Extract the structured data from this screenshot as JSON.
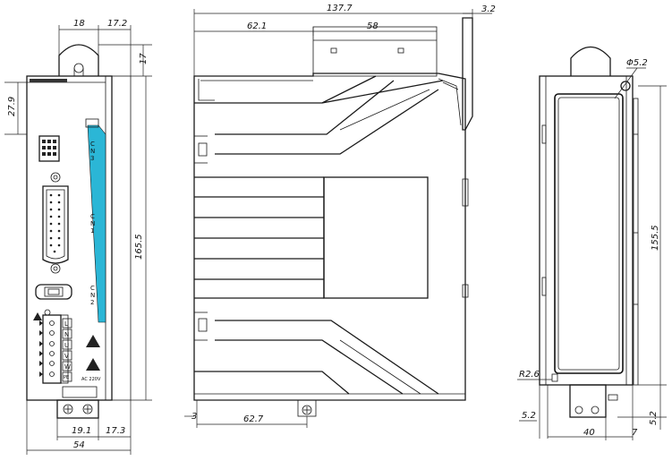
{
  "front_view": {
    "dims": {
      "top_left": "18",
      "top_right": "17.2",
      "tab_height": "17",
      "left_height": "27.9",
      "total_height": "165.5",
      "bottom_left": "19.1",
      "bottom_right": "17.3",
      "width": "54"
    },
    "labels": {
      "cn3": [
        "C",
        "N",
        "3"
      ],
      "cn1": [
        "C",
        "N",
        "1"
      ],
      "cn2": [
        "C",
        "N",
        "2"
      ],
      "terminals": [
        "L",
        "N",
        "U",
        "V",
        "W",
        "PE"
      ],
      "voltage": "AC 220V"
    }
  },
  "side_view": {
    "dims": {
      "total_width": "137.7",
      "edge": "3.2",
      "left_top": "62.1",
      "right_top": "58",
      "bottom_offset": "3",
      "bottom_width": "62.7"
    }
  },
  "rear_view": {
    "dims": {
      "hole": "Φ5.2",
      "height": "155.5",
      "radius": "R2.6",
      "left_offset": "5.2",
      "bottom_offset": "5.2",
      "width": "40",
      "right": "7"
    }
  },
  "colors": {
    "accent_strip": "#2bb6d6",
    "line": "#1a1a1a"
  }
}
